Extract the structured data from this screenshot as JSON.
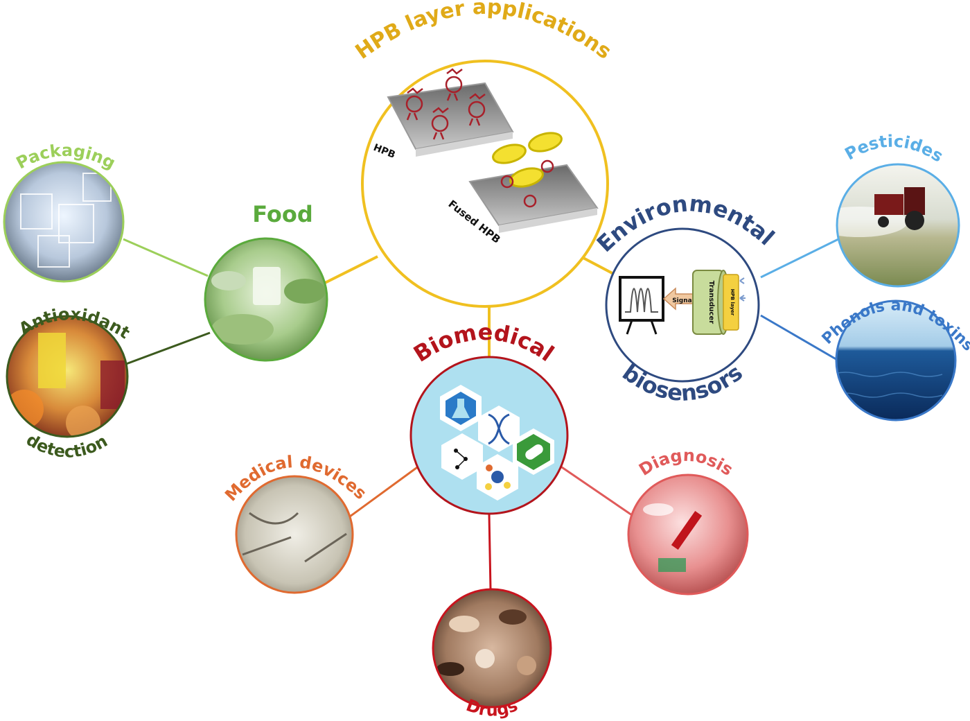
{
  "title": "HPB layer applications",
  "colors": {
    "hpb": "#f0c020",
    "title_text": "#e0aa18",
    "food": "#5aaa3c",
    "packaging": "#9ccf5a",
    "antioxidant": "#3c5a1e",
    "environmental": "#2e4a80",
    "pesticides": "#5aaee6",
    "phenols": "#3a78c8",
    "biomedical": "#b3141c",
    "medical_devices": "#e06a30",
    "diagnosis": "#e05a5a",
    "drugs": "#c8141e"
  },
  "hpb": {
    "plate_labels": {
      "hpb": "HPB",
      "fused": "Fused HPB"
    }
  },
  "food": {
    "label": "Food",
    "packaging": "Packaging",
    "antioxidant": {
      "line1": "Antioxidant",
      "line2": "detection"
    }
  },
  "environmental": {
    "label_top": "Environmental",
    "label_bottom": "biosensors",
    "signal": "Signal",
    "transducer": "Transducer",
    "hpb_layer": "HPB layer",
    "pesticides": "Pesticides",
    "phenols": "Phenols and toxins"
  },
  "biomedical": {
    "label": "Biomedical",
    "medical_devices": "Medical devices",
    "diagnosis": "Diagnosis",
    "drugs": "Drugs"
  },
  "icons": {
    "hpb": "protein-layer-icon",
    "food": "food-photo",
    "packaging": "packaging-photo",
    "antioxidant": "juice-photo",
    "pesticides": "tractor-photo",
    "phenols": "sea-photo",
    "biomedical": "hexagon-science-icons",
    "medical_devices": "syringe-photo",
    "diagnosis": "blood-sample-photo",
    "drugs": "pills-photo"
  }
}
